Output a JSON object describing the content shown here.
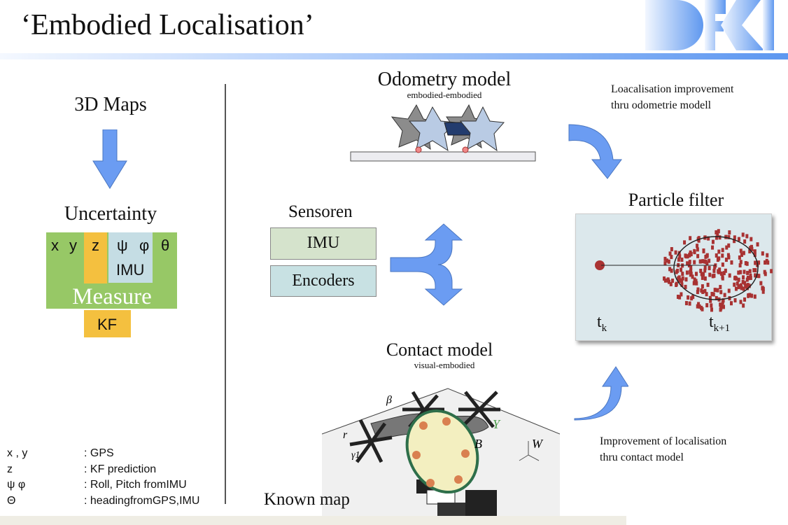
{
  "title": "‘Embodied Localisation’",
  "logo": "DFKI",
  "left": {
    "maps": "3D Maps",
    "uncertainty": "Uncertainty",
    "vars": {
      "x": "x",
      "y": "y",
      "z": "z",
      "psi": "ψ",
      "phi": "φ",
      "theta": "θ",
      "imu": "IMU",
      "measure": "Measure",
      "kf": "KF"
    },
    "legend": [
      {
        "sym": "x , y",
        "desc": ": GPS"
      },
      {
        "sym": "z",
        "desc": ": KF prediction"
      },
      {
        "sym": "ψ  φ",
        "desc": ": Roll, Pitch fromIMU"
      },
      {
        "sym": "Θ",
        "desc": ": headingfromGPS,IMU"
      }
    ]
  },
  "odometry": {
    "title": "Odometry model",
    "subtitle": "embodied-embodied",
    "note": [
      "Loacalisation improvement",
      "thru odometrie modell"
    ]
  },
  "sensors": {
    "title": "Sensoren",
    "items": [
      "IMU",
      "Encoders"
    ]
  },
  "particle": {
    "title": "Particle filter",
    "t0": "t",
    "t0_sub": "k",
    "t1": "t",
    "t1_sub": "k+1"
  },
  "contact": {
    "title": "Contact model",
    "subtitle": "visual-embodied",
    "labels": {
      "beta": "β",
      "r": "r",
      "gamma": "γ1",
      "Y": "Y",
      "B": "B",
      "W": "W"
    },
    "note": [
      "Improvement of localisation",
      "thru contact model"
    ]
  },
  "known_map": "Known map",
  "colors": {
    "green": "#97c866",
    "orange": "#f4c03f",
    "lightblue": "#c5dde4",
    "arrow": "#6b9cf2",
    "imu_box": "#d5e3cc",
    "enc_box": "#c8e1e3"
  }
}
